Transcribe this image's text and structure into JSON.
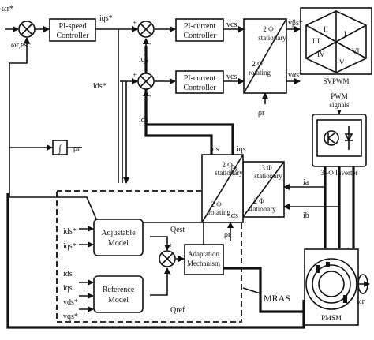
{
  "blocks": {
    "pi_speed": [
      "PI-speed",
      "Controller"
    ],
    "pi_current_top": [
      "PI-current",
      "Controller"
    ],
    "pi_current_bottom": [
      "PI-current",
      "Controller"
    ],
    "park_inverse": [
      "2 Φ",
      "stationary",
      "2 Φ",
      "rotating"
    ],
    "svpwm": "SVPWM",
    "svpwm_sectors": [
      "I",
      "II",
      "III",
      "IV",
      "V",
      "VI"
    ],
    "inverter": "3 -Φ Inverter",
    "clarke": [
      "3 Φ",
      "stationary",
      "2 Φ",
      "stationary"
    ],
    "park": [
      "2 Φ",
      "stationary",
      "2 Φ",
      "rotating"
    ],
    "integrator": "∫",
    "adjustable_model": [
      "Adjustable",
      "Model"
    ],
    "reference_model": [
      "Reference",
      "Model"
    ],
    "adaptation": [
      "Adaptation",
      "Mechanism"
    ],
    "mras": "MRAS",
    "pmsm": "PMSM",
    "pwm_signals": [
      "PWM",
      "signals"
    ]
  },
  "signals": {
    "omega_ref": "ωr*",
    "omega_est": "ωr,est",
    "iqs_ref": "iqs*",
    "ids_ref": "ids*",
    "iqs": "iqs",
    "ids": "ids",
    "vcs_top": "vcs",
    "vcs_bottom": "vcs",
    "vbs_ref": "vβs*",
    "vas_ref": "vαs*",
    "rho_r_park": "ρr",
    "rho_r_int": "ρr",
    "rho_r_fb": "ρr",
    "ids_fb": "ids",
    "iqs_fb": "iqs",
    "i_beta": "iβs",
    "i_alpha": "iαs",
    "ia": "ia",
    "ib": "ib",
    "mras_ids_ref": "ids*",
    "mras_iqs_ref": "iqs*",
    "mras_ids": "ids",
    "mras_iqs": "iqs",
    "vds_ref": "vds*",
    "vqs_ref": "vqs*",
    "q_est": "Qest",
    "q_ref": "Qref",
    "omega_r": "ωr",
    "minus": "-",
    "plus": "+"
  }
}
